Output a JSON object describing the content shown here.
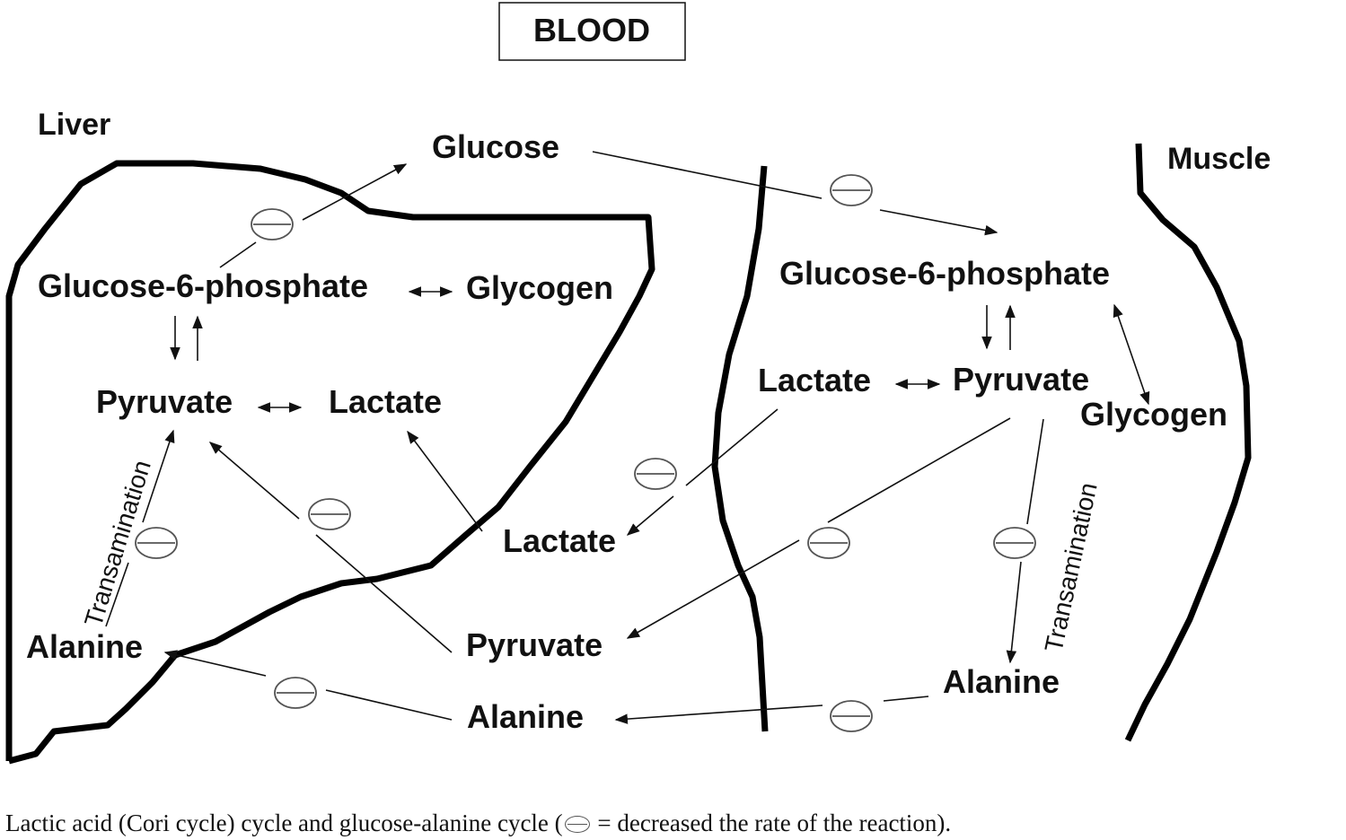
{
  "title": "BLOOD",
  "regions": {
    "liver": "Liver",
    "muscle": "Muscle"
  },
  "labels": {
    "blood_glucose": "Glucose",
    "liver_g6p": "Glucose-6-phosphate",
    "liver_glycogen": "Glycogen",
    "liver_pyruvate": "Pyruvate",
    "liver_lactate": "Lactate",
    "liver_transamination": "Transamination",
    "liver_alanine": "Alanine",
    "blood_lactate": "Lactate",
    "blood_pyruvate": "Pyruvate",
    "blood_alanine": "Alanine",
    "muscle_g6p": "Glucose-6-phosphate",
    "muscle_lactate": "Lactate",
    "muscle_pyruvate": "Pyruvate",
    "muscle_glycogen": "Glycogen",
    "muscle_transamination": "Transamination",
    "muscle_alanine": "Alanine"
  },
  "caption": {
    "before": "Lactic acid (Cori cycle) cycle and glucose-alanine cycle (",
    "after": " = decreased the rate of the reaction)."
  },
  "inhibition_symbol": "minus-circle-icon",
  "colors": {
    "ink": "#111111",
    "inhibitor": "#555555",
    "membrane": "#000000"
  }
}
